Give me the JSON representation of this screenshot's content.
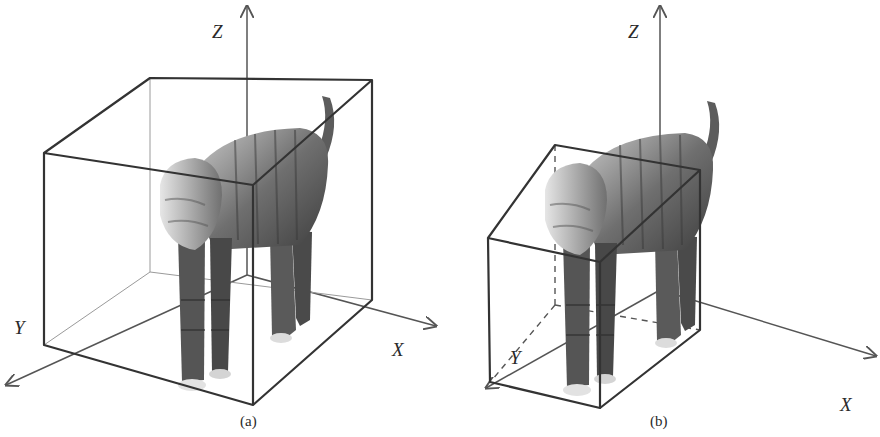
{
  "diagram": {
    "labels": [
      "Z",
      "Y",
      "X",
      "(a)",
      "Z",
      "Y",
      "X",
      "(b)"
    ]
  }
}
